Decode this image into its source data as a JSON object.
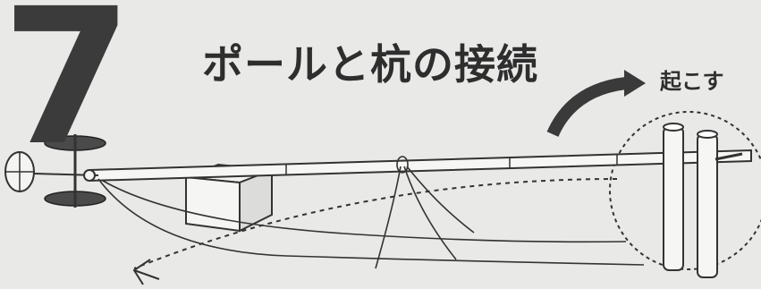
{
  "step": {
    "number": "7"
  },
  "title": "ポールと杭の接続",
  "annotation": {
    "raise_label": "起こす"
  }
}
